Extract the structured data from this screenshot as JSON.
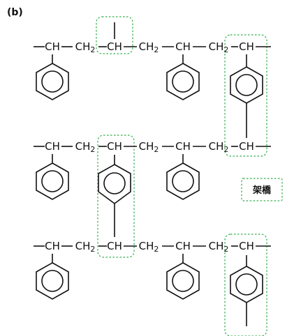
{
  "panel_label": "(b)",
  "legend_label": "架橋",
  "colors": {
    "ink": "#111111",
    "crosslink_outline": "#2fae4a"
  },
  "chains": [
    {
      "units": [
        "CH",
        "CH2",
        "CH",
        "CH2",
        "CH",
        "CH2",
        "CH"
      ]
    },
    {
      "units": [
        "CH",
        "CH2",
        "CH",
        "CH2",
        "CH",
        "CH2",
        "CH"
      ]
    },
    {
      "units": [
        "CH",
        "CH2",
        "CH",
        "CH2",
        "CH",
        "CH2",
        "CH"
      ]
    }
  ]
}
